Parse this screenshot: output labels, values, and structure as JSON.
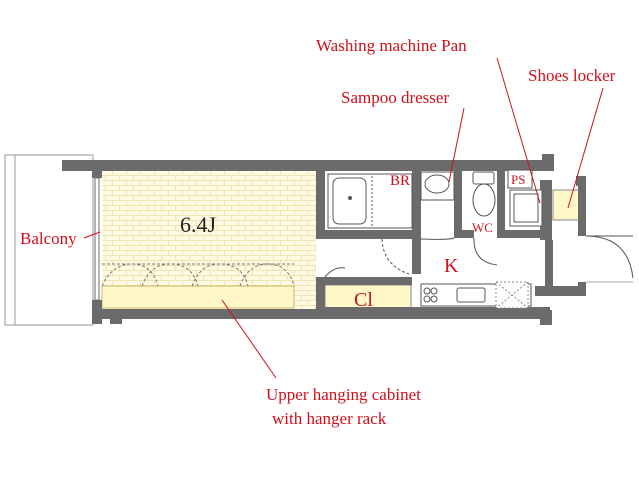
{
  "rooms": {
    "main_room": "6.4J",
    "bath": "BR",
    "toilet": "WC",
    "pipe_space": "PS",
    "kitchen": "K",
    "closet": "Cl"
  },
  "callouts": {
    "washing_machine_pan": "Washing machine Pan",
    "shampoo_dresser": "Sampoo dresser",
    "shoes_locker": "Shoes locker",
    "balcony": "Balcony",
    "upper_cabinet_line1": "Upper hanging cabinet",
    "upper_cabinet_line2": "with hanger rack"
  },
  "colors": {
    "wall": "#6b6b6b",
    "floor": "#fffbe2",
    "callout": "#d0101a",
    "room_text": "#d0101a",
    "main_label": "#222222"
  }
}
